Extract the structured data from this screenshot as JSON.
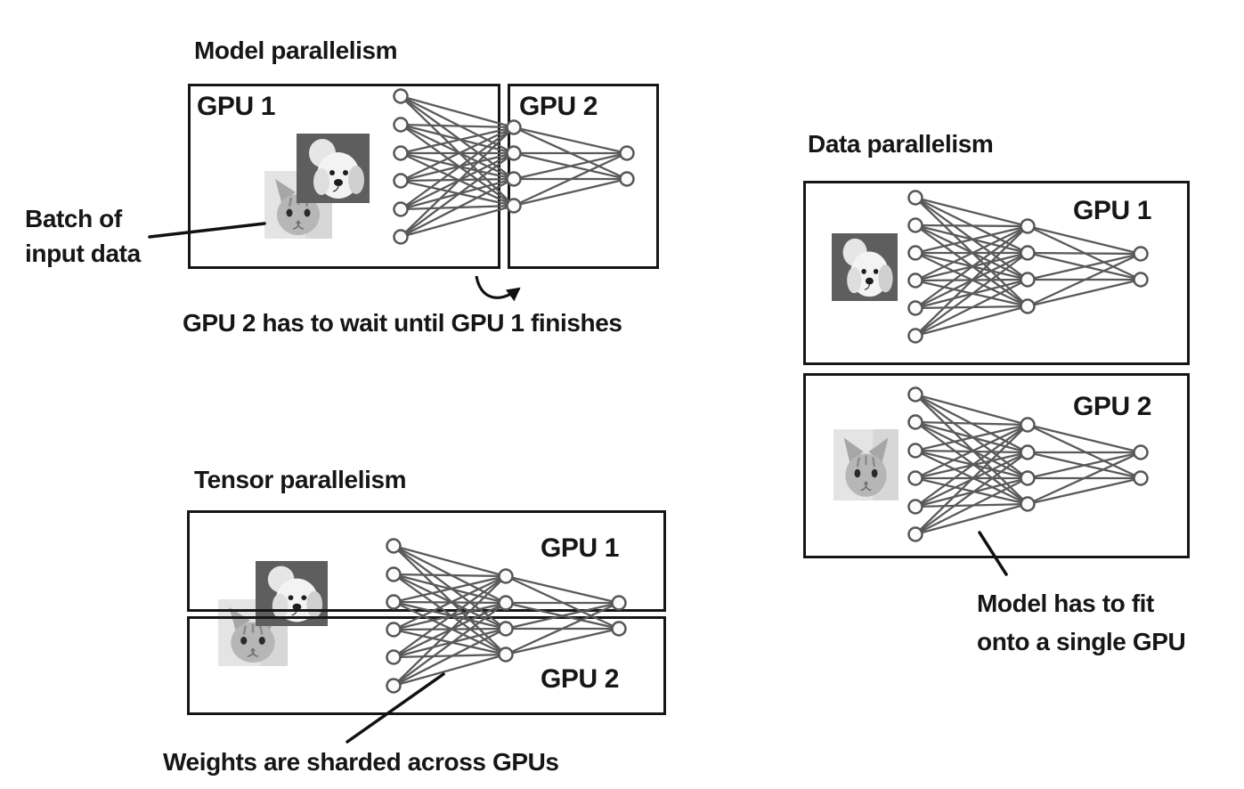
{
  "figure": {
    "background": "#ffffff",
    "text_color": "#161616"
  },
  "model_parallelism": {
    "title": "Model parallelism",
    "gpu1_label": "GPU 1",
    "gpu2_label": "GPU 2",
    "batch_annotation_line1": "Batch of",
    "batch_annotation_line2": "input data",
    "caption": "GPU 2 has to wait until GPU 1 finishes"
  },
  "tensor_parallelism": {
    "title": "Tensor parallelism",
    "gpu1_label": "GPU 1",
    "gpu2_label": "GPU 2",
    "caption": "Weights are sharded across GPUs"
  },
  "data_parallelism": {
    "title": "Data parallelism",
    "gpu1_label": "GPU 1",
    "gpu2_label": "GPU 2",
    "caption_line1": "Model has to fit",
    "caption_line2": "onto a single GPU"
  },
  "network_structure": {
    "layers": [
      6,
      4,
      2
    ],
    "connectivity": "fully-connected"
  },
  "images": {
    "dog_photo_alt": "dog photo",
    "cat_photo_alt": "cat photo"
  },
  "colors": {
    "edge": "#5a5a5a",
    "node_fill": "#fbfbfb",
    "node_stroke": "#565656",
    "box_border": "#161616",
    "pointer_line": "#111111"
  }
}
